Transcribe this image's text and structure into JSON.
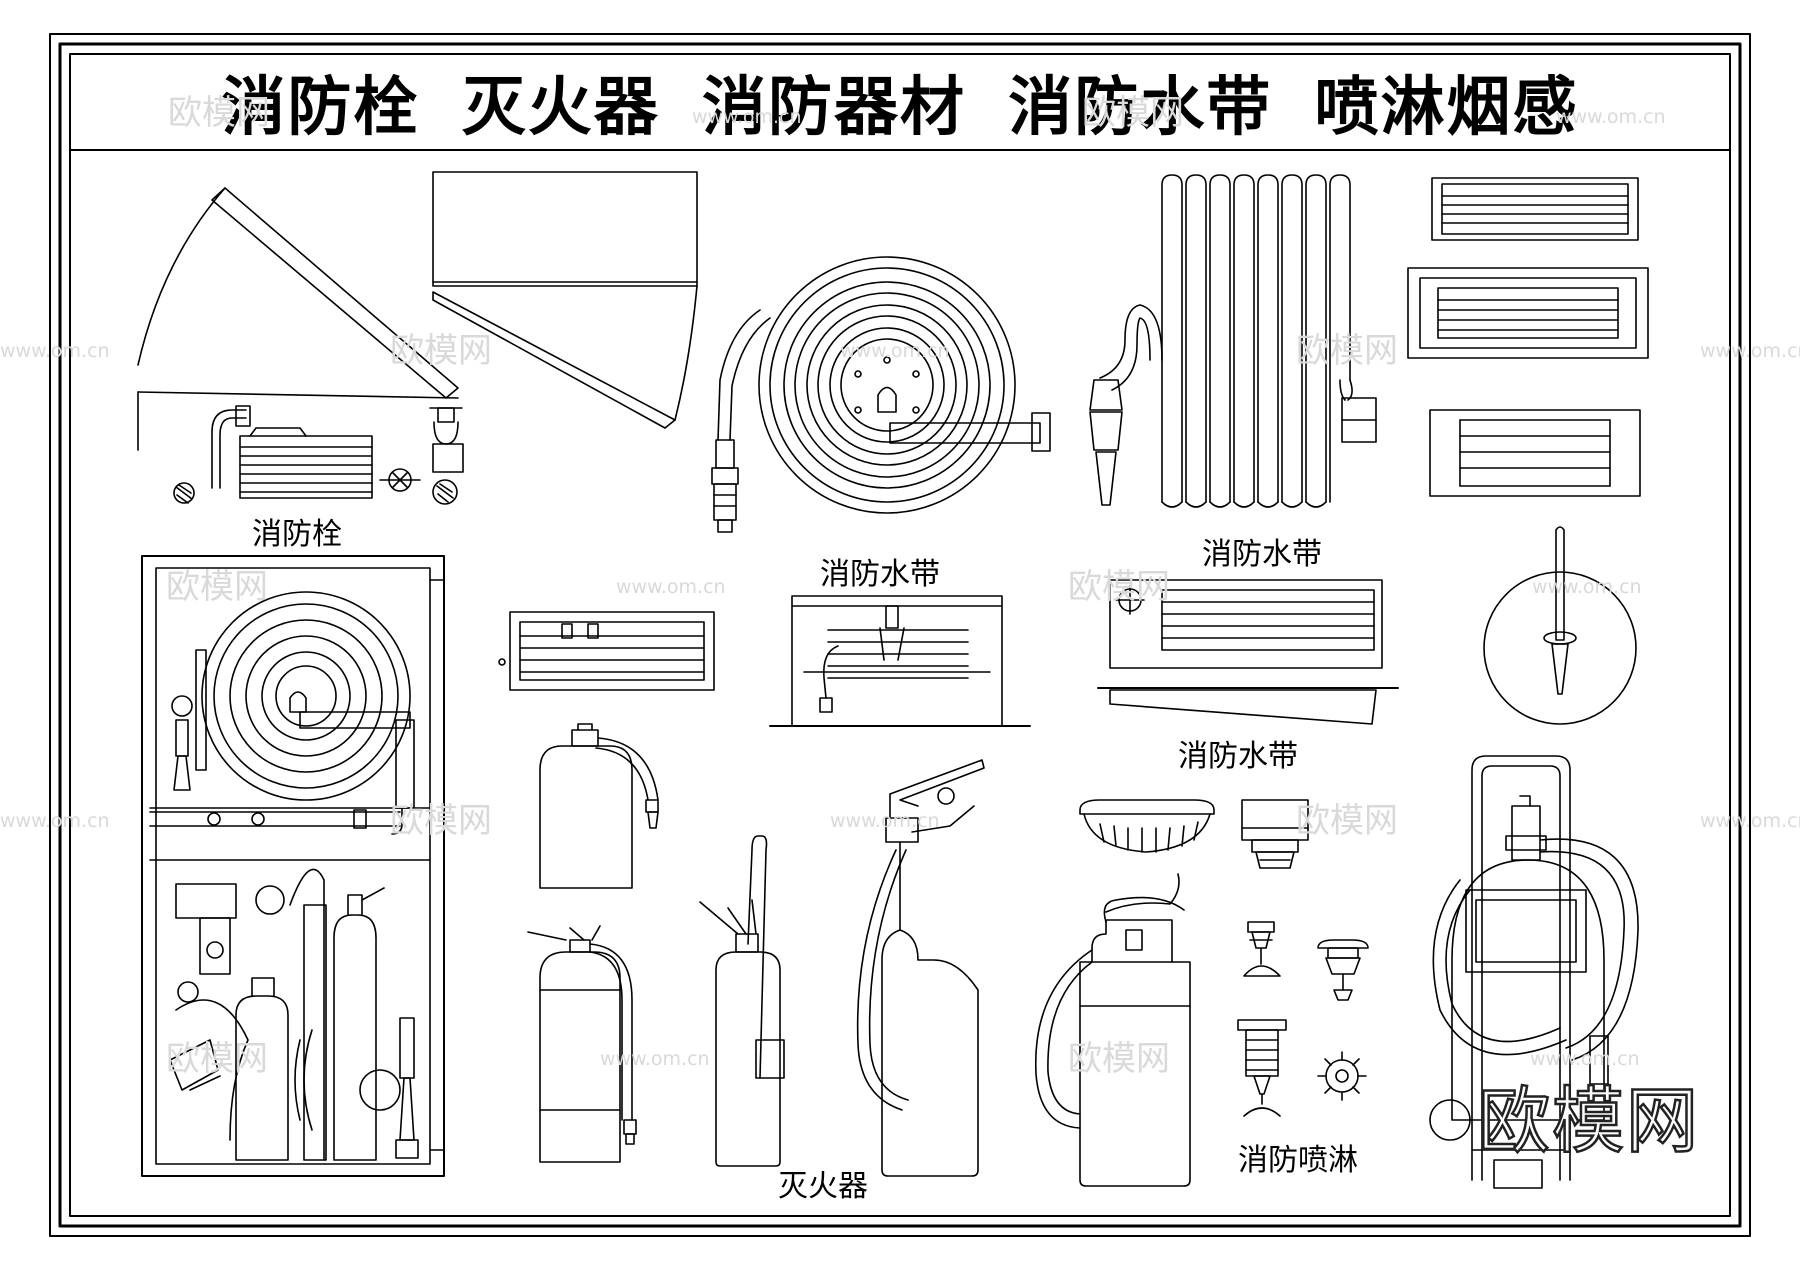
{
  "sheet": {
    "title": "消防栓  灭火器  消防器材  消防水带  喷淋烟感"
  },
  "labels": {
    "hydrant": "消防栓",
    "hose_reel_1": "消防水带",
    "hose_reel_2": "消防水带",
    "hose_reel_3": "消防水带",
    "extinguisher": "灭火器",
    "sprinkler": "消防喷淋"
  },
  "watermark": {
    "cn": "欧模网",
    "url": "www.om.cn",
    "logo": "欧模网"
  },
  "colors": {
    "line": "#000000",
    "background": "#ffffff",
    "watermark": "#d9d9d9"
  }
}
